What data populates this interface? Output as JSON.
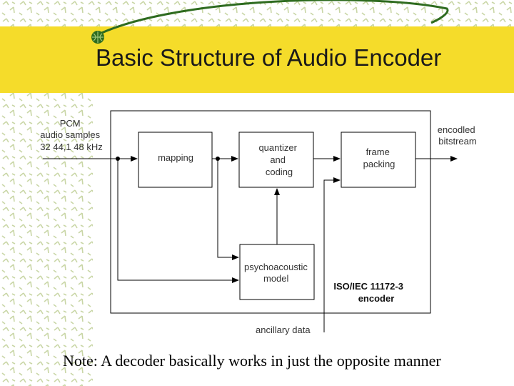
{
  "slide": {
    "title": "Basic Structure of Audio Encoder",
    "note": "Note: A decoder basically works in just the opposite manner"
  },
  "diagram": {
    "input_label": [
      "PCM",
      "audio samples",
      "32  44,1   48 kHz"
    ],
    "output_label": [
      "encodled",
      "bitstream"
    ],
    "blocks": {
      "mapping": [
        "mapping"
      ],
      "quantizer": [
        "quantizer",
        "and",
        "coding"
      ],
      "frame_packing": [
        "frame",
        "packing"
      ],
      "psychoacoustic": [
        "psychoacoustic",
        "model"
      ]
    },
    "standard_label": [
      "ISO/IEC 11172-3",
      "encoder"
    ],
    "ancillary_label": "ancillary data"
  },
  "colors": {
    "title_band": "#f5dc2a",
    "swoosh": "#2e6b1f",
    "background_pattern": "#c9d6a6"
  }
}
